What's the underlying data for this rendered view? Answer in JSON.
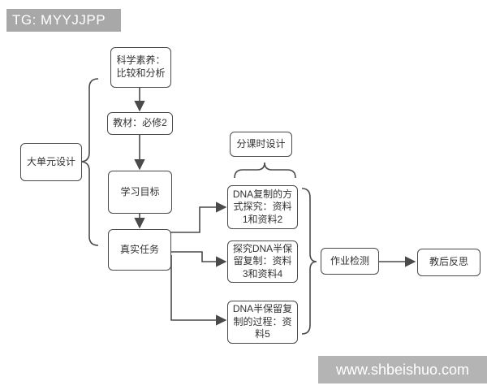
{
  "header": {
    "label": "TG: MYYJJPP",
    "bg_color": "#a8a8a8",
    "text_color": "#ffffff"
  },
  "watermark": {
    "label": "www.shbeishuo.com",
    "bg_color": "#b4b4b4",
    "text_color": "#ffffff"
  },
  "diagram": {
    "colors": {
      "node_border": "#4a4a4a",
      "node_bg": "#ffffff",
      "connector": "#4a4a4a",
      "text": "#333333"
    },
    "nodes": {
      "unit_design": {
        "label": "大单元设计"
      },
      "literacy": {
        "label": "科学素养：\n比较和分析"
      },
      "textbook": {
        "label": "教材：必修2"
      },
      "objectives": {
        "label": "学习目标"
      },
      "tasks": {
        "label": "真实任务"
      },
      "lesson_design": {
        "label": "分课时设计"
      },
      "lesson1": {
        "label": "DNA复制的方\n式探究：资料\n1和资料2"
      },
      "lesson2": {
        "label": "探究DNA半保\n留复制：资料\n3和资料4"
      },
      "lesson3": {
        "label": "DNA半保留复\n制的过程：资\n料5"
      },
      "homework": {
        "label": "作业检测"
      },
      "reflection": {
        "label": "教后反思"
      }
    }
  }
}
